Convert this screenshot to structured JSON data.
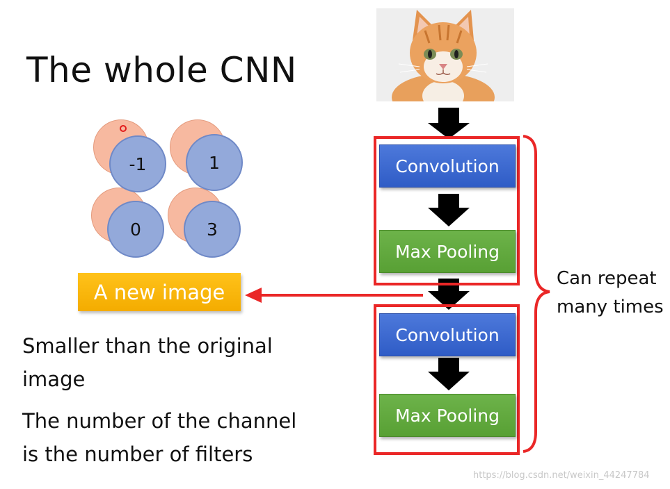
{
  "title": "The whole CNN",
  "feature_map": {
    "values": [
      "-1",
      "1",
      "0",
      "3"
    ]
  },
  "new_image_label": "A new image",
  "text_lines": {
    "line1": "Smaller than the original",
    "line2": "image",
    "line3": "The number of the channel",
    "line4": "is the number of filters"
  },
  "pipeline": {
    "image": "kitten-photo",
    "blocks": [
      {
        "label": "Convolution",
        "kind": "conv"
      },
      {
        "label": "Max Pooling",
        "kind": "pool"
      },
      {
        "label": "Convolution",
        "kind": "conv"
      },
      {
        "label": "Max Pooling",
        "kind": "pool"
      }
    ]
  },
  "repeat_label": {
    "line1": "Can repeat",
    "line2": "many times"
  },
  "watermark": "https://blog.csdn.net/weixin_44247784",
  "colors": {
    "convolution": "#3366d0",
    "max_pooling": "#62a83e",
    "new_image": "#f7b500",
    "highlight_red": "#ea2727",
    "orange_circle": "#f7b9a0",
    "blue_circle": "#93a9da"
  }
}
